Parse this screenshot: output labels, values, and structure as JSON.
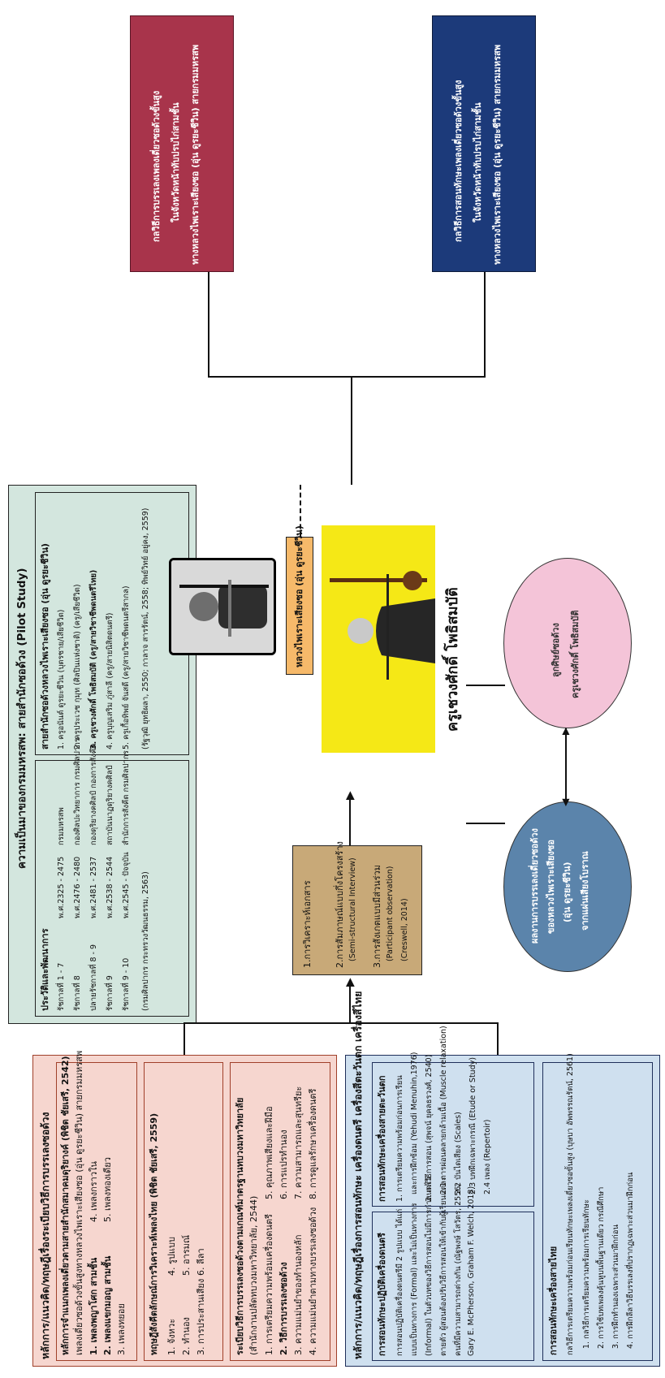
{
  "colors": {
    "left_top_fill": "#f6d6cf",
    "left_top_border": "#a0402a",
    "left_bottom_fill": "#cfe0ef",
    "left_bottom_border": "#1f2f5a",
    "top_fill": "#d3e6de",
    "methods_fill": "#c8a978",
    "name_label_fill": "#f6b96a",
    "photo_bg": "#f5e816",
    "result_red": "#a8344b",
    "result_blue": "#1c3a7a",
    "circle_blue": "#5b84ab",
    "circle_pink": "#f4c4d8"
  },
  "left_top": {
    "title": "หลักการ/แนวคิด/ทฤษฎีเรื่องระเบียบวิธีการบรรเลงซอด้วง",
    "s1_heading": "หลักการจำแนกเพลงเดี่ยวตามสายสำนักสมาคมดุริยางค์ (พิชิต ชัยเสรี, 2542)",
    "s1_intro": "เพลงเดี่ยวซอด้วงขั้นสูงทางหลวงไพเราะเสียงซอ (อุ่น ดูรยะชีวิน) สายกรมมหรสพ",
    "s1_items": [
      "1. เพลงพญาโศก สามชั้น",
      "2. เพลงแขกมอญ สามชั้น",
      "3. เพลงทยอย",
      "4. เพลงกราวใน",
      "5. เพลงทองเดียว"
    ],
    "s2_heading": "ทฤษฎีสังคีตลักษณ์การวิเคราะห์เพลงไทย (พิชิต ชัยเสรี, 2559)",
    "s2_items": [
      "1. จังหวะ",
      "2. ทำนอง",
      "3. การประสานเสียง",
      "4. รูปแบบ",
      "5. อารมณ์",
      "6. ลีลา"
    ],
    "s3_heading": "ระเบียบวิธีการบรรเลงซอด้วงตามเกณฑ์มาตรฐานทบวงมหาวิทยาลัย",
    "s3_sub": "(สำนักงานปลัดทบวงมหาวิทยาลัย, 2544)",
    "s3_items": [
      "1. การเตรียมความพร้อมเครื่องดนตรี",
      "2. วิธีการบรรเลงซอด้วง",
      "3. ความแม่นยำของทำนองหลัก",
      "4. ความแม่นยำตามทางบรรเลงซอด้วง",
      "5. คุณภาพเสียงและฝีมือ",
      "6. การแปรทำนอง",
      "7. ความสามารถและสุนทรียะ",
      "8. การดูแลรักษาเครื่องดนตรี"
    ]
  },
  "left_bottom": {
    "title": "หลักการ/แนวคิด/ทฤษฎีเรื่องการสอนทักษะ เครื่องดนตรี เครื่องสีตะวันตก เครื่องสีไทย",
    "p1_heading": "การสอนทักษะปฏิบัติเครื่องดนตรี",
    "p1_lines": [
      "การสอนปฏิบัติเครื่องดนตรีมี 2 รูปแบบ ได้แก่",
      "แบบเป็นทางการ  (Formal)  และไม่เป็นทางการ",
      "(Informal) ในตัวบทของวิธีการสอนไม่มีการกำหนดไว้",
      "ตายตัว ผู้สอนต้องปรับวิธีการสอนให้เข้ากับผู้เรียนแต่ละ",
      "คนที่มีความสามารถต่างกัน  (ณัฐพงษ์  โสวัตร,  2556;",
      "Gary E. McPherson, Graham F. Welch, 2018)"
    ],
    "p2_heading": "การสอนทักษะเครื่องสายตะวันตก",
    "p2_lines": [
      "1.  การเตรียมความพร้อมก่อนการเรียน",
      "และการฝึกซ้อม (Yehudi Menuhin,1976)",
      "2.  กลวิธีการสอน (สุพจน์ ยุคลธรวงศ์, 2540)",
      "2.1 การผ่อนคลายกล้ามเนื้อ (Muscle relaxation)",
      "2.2 บันไดเสียง (Scales)",
      "2.3 บทฝึกเฉพาะกรณี (Etude or Study)",
      "2.4 เพลง (Repertoir)"
    ],
    "p3_heading": "การสอนทักษะเครื่องสายไทย",
    "p3_lines": [
      "กลวิธีการเตรียมความพร้อมก่อนเรียนทักษะเพลงเดี่ยวซอขั้นสูง (บุษบา  อัพพรรณรัตน์,  2561)",
      "1.  กลวิธีการเตรียมความพร้อมการเรียนทักษะ",
      "2.  การใช้บทเพลงคุ้นหูบนพื้นฐานเดียว กรณีศึกษา",
      "3.  การฝึกทำนองเฉพาะส่วนมาฝึกก่อน",
      "4.  การฝึกลีลาวิธีบรรเลงที่ปรากฏเฉพาะส่วนมาฝึกก่อน"
    ]
  },
  "top": {
    "title": "ความเป็นมาของกรมมหรสพ: สายสำนักซอด้วง (Pilot Study)",
    "history_heading": "ประวัติและพัฒนาการ",
    "history_rows": [
      [
        "รัชกาลที่ 1 - 7",
        "พ.ศ.2325 - 2475",
        "กรมมหรสพ"
      ],
      [
        "รัชกาลที่ 8",
        "พ.ศ.2476 - 2480",
        "กองศิลปะวิทยาการ กรมศิลปากร"
      ],
      [
        "ปลายรัชกาลที่ 8 - 9",
        "พ.ศ.2481 - 2537",
        "กองดุริยางคศิลป์ กองการสังคีต"
      ],
      [
        "รัชกาลที่ 9",
        "พ.ศ.2538 - 2544",
        "สถาบันนาฏดุริยางคศิลป์"
      ],
      [
        "รัชกาลที่ 9 - 10",
        "พ.ศ.2545 - ปัจจุบัน",
        "สำนักการสังคีต กรมศิลปากร"
      ]
    ],
    "history_source": "(กรมศิลปากร กระทรวงวัฒนธรรม, 2563)",
    "lineage_heading": "สายสำนักซอด้วงหลวงไพเราะเสียงซอ (อุ่น ดูรยะชีวิน)",
    "lineage_items": [
      "1. ครูอนันต์ ดูรยะชีวิน (บุตรชาย/เสียชีวิต)",
      "2. ครูประเวช กุมุท (ศิลปินแห่งชาติ) (ครู/เสียชีวิต)",
      "3. ครูเชวงศักดิ์ โพธิสมบัติ (ครู/สายวิชาชีพดนตรีไทย)",
      "4. ครูบุญเสริม ภู่สาลี (ครู/สายนิสิตดนตรี)",
      "5. ครูเกื้อทิพย์ จันสดี (ครู/สายวิชาชีพดนตรีสากล)"
    ],
    "lineage_source": "(รัฐวุฒิ ยุทธิผลา, 2550; กาลาจ สารรัตน์, 2558; ทิพย์วิทย์ อยู่คง, 2559)"
  },
  "methods": {
    "item1": "1.การวิเคราะห์เอกสาร",
    "item2": "2.การสัมภาษณ์แบบกึ่งโครงสร้าง",
    "item2_en": "(Semi-structural Interview)",
    "item3": "3.การสังเกตแบบมีส่วนร่วม",
    "item3_en": "(Participant observation)",
    "item3_cite": "(Creswell, 2014)"
  },
  "center": {
    "name_label": "หลวงไพเราะเสียงซอ (อุ่น ดูรยะชีวิน)",
    "teacher_name": "ครูเชวงศักดิ์ โพธิสมบัติ"
  },
  "results": {
    "red": [
      "กลวิธีการบรรเลงเพลงเดี่ยวซอด้วงขั้นสูง",
      "ในจังหวัดหน้าทับปรบไก่สามชั้น",
      "ทางหลวงไพเราะเสียงซอ (อุ่น ดูรยะชีวิน) สายกรมมหรสพ"
    ],
    "blue": [
      "กลวิธีการสอนทักษะเพลงเดี่ยวซอด้วงขั้นสูง",
      "ในจังหวัดหน้าทับปรบไก่สามชั้น",
      "ทางหลวงไพเราะเสียงซอ (อุ่น ดูรยะชีวิน) สายกรมมหรสพ"
    ]
  },
  "circles": {
    "blue": [
      "ผลงานการบรรเลงเดี่ยวซอด้วง",
      "ของหลวงไพเราะเสียงซอ",
      "(อุ่น ดูรยะชีวิน)",
      "จากแผ่นเสียงโบราณ"
    ],
    "pink": [
      "ลูกศิษย์ซอด้วง",
      "ครูเชวงศักดิ์ โพธิสมบัติ"
    ]
  }
}
